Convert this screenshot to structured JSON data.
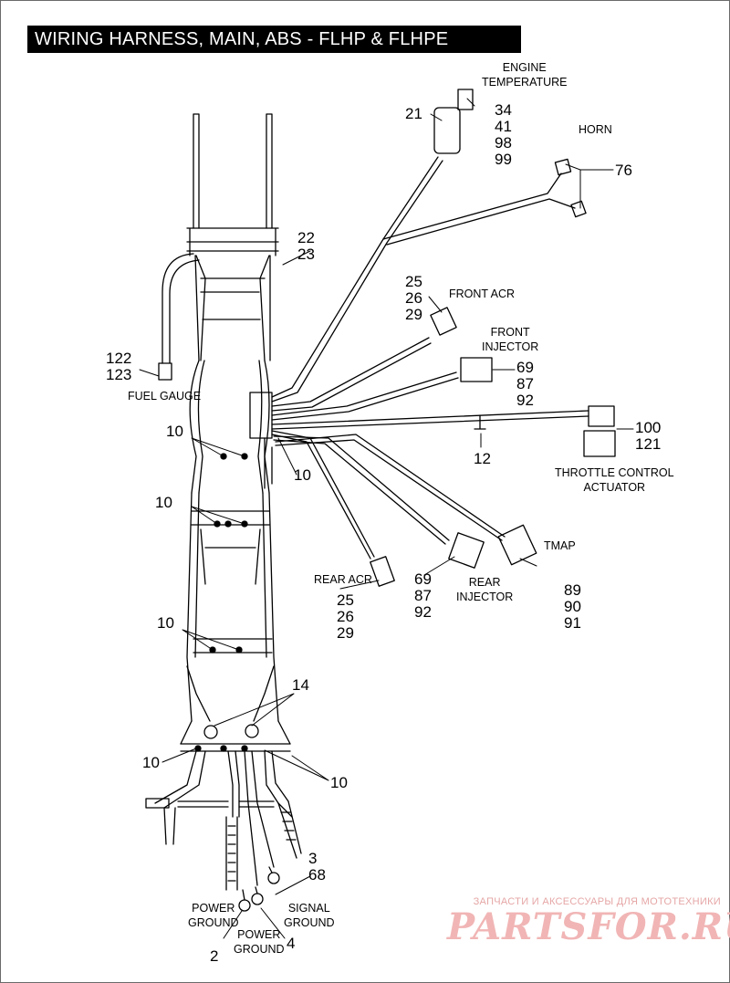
{
  "title": "WIRING HARNESS, MAIN, ABS - FLHP & FLHPE",
  "labels": {
    "engine_temperature": "ENGINE\nTEMPERATURE",
    "horn": "HORN",
    "front_acr": "FRONT ACR",
    "front_injector": "FRONT\nINJECTOR",
    "throttle_control_actuator": "THROTTLE CONTROL\nACTUATOR",
    "tmap": "TMAP",
    "rear_acr": "REAR ACR",
    "rear_injector": "REAR\nINJECTOR",
    "fuel_gauge": "FUEL GAUGE",
    "power_ground_left": "POWER\nGROUND",
    "power_ground_center": "POWER\nGROUND",
    "signal_ground": "SIGNAL\nGROUND"
  },
  "callouts": {
    "engine_temp_parts": [
      "34",
      "41",
      "98",
      "99"
    ],
    "sensor_body": "21",
    "horn_parts": "76",
    "frame_parts": [
      "22",
      "23"
    ],
    "front_acr_parts": [
      "25",
      "26",
      "29"
    ],
    "front_injector_parts": [
      "69",
      "87",
      "92"
    ],
    "throttle_parts": [
      "100",
      "121"
    ],
    "clip": "12",
    "fuel_gauge_parts": [
      "122",
      "123"
    ],
    "tie_1": "10",
    "tie_2": "10",
    "tie_3": "10",
    "tie_4": "10",
    "tie_5": "10",
    "tie_6": "10",
    "tmap_parts": [
      "89",
      "90",
      "91"
    ],
    "rear_acr_parts": [
      "25",
      "26",
      "29"
    ],
    "rear_injector_parts": [
      "69",
      "87",
      "92"
    ],
    "grommets": "14",
    "signal_ground_parts": [
      "3",
      "68"
    ],
    "power_ground_left_part": "2",
    "power_ground_center_part": "4"
  },
  "watermark": {
    "tagline": "ЗАПЧАСТИ И АКСЕССУАРЫ ДЛЯ МОТОТЕХНИКИ",
    "brand": "PARTSFOR.RU"
  }
}
